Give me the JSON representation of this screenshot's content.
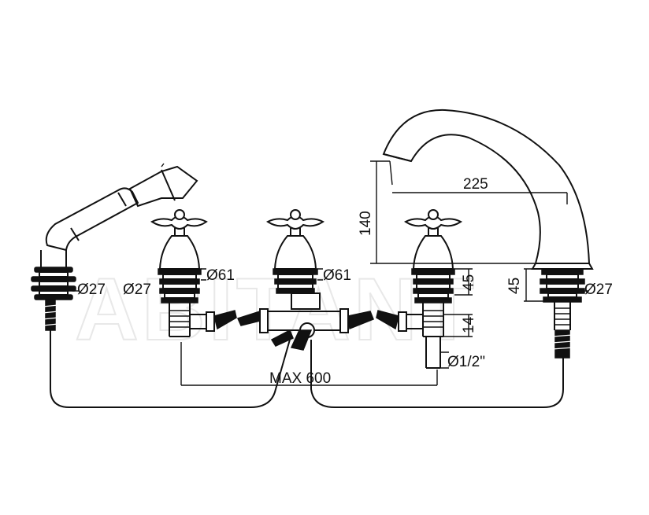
{
  "watermark": "ABITANT",
  "dimensions": {
    "d27_left": "Ø27",
    "d27_mid": "Ø27",
    "d61_left": "Ø61",
    "d61_mid": "Ø61",
    "d27_right": "Ø27",
    "h45_center": "45",
    "h14": "14",
    "thread": "Ø1/2\"",
    "h140": "140",
    "w225": "225",
    "h45_spout": "45",
    "max600": "MAX 600"
  },
  "colors": {
    "line": "#111111",
    "watermark": "#e8e8e8"
  }
}
